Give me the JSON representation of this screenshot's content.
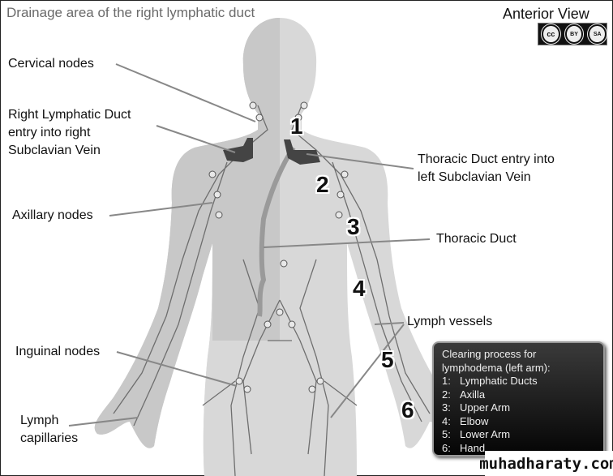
{
  "title": "Drainage area of the right lymphatic duct",
  "view_label": "Anterior View",
  "license_badge": {
    "icons": [
      "cc-icon",
      "by-icon",
      "sa-icon"
    ],
    "by": "BY",
    "sa": "SA",
    "cc": "cc"
  },
  "labels": {
    "cervical": "Cervical nodes",
    "right_duct": [
      "Right Lymphatic Duct",
      "entry into right",
      "Subclavian Vein"
    ],
    "thoracic_entry": [
      "Thoracic Duct entry into",
      "left Subclavian Vein"
    ],
    "axillary": "Axillary nodes",
    "thoracic_duct": "Thoracic Duct",
    "lymph_vessels": "Lymph vessels",
    "inguinal": "Inguinal nodes",
    "capillaries": [
      "Lymph",
      "capillaries"
    ]
  },
  "numbers": [
    "1",
    "2",
    "3",
    "4",
    "5",
    "6"
  ],
  "legend": {
    "heading": [
      "Clearing process for",
      "lymphodema (left arm):"
    ],
    "items": [
      {
        "n": "1:",
        "label": "Lymphatic Ducts"
      },
      {
        "n": "2:",
        "label": "Axilla"
      },
      {
        "n": "3:",
        "label": "Upper Arm"
      },
      {
        "n": "4:",
        "label": "Elbow"
      },
      {
        "n": "5:",
        "label": "Lower Arm"
      },
      {
        "n": "6:",
        "label": "Hand"
      }
    ]
  },
  "watermark": "muhadharaty.com",
  "colors": {
    "body_right_side": "#c4c4c4",
    "body_left_side": "#d8d8d8",
    "vessels": "#6e6e6e",
    "veins": "#444444"
  }
}
